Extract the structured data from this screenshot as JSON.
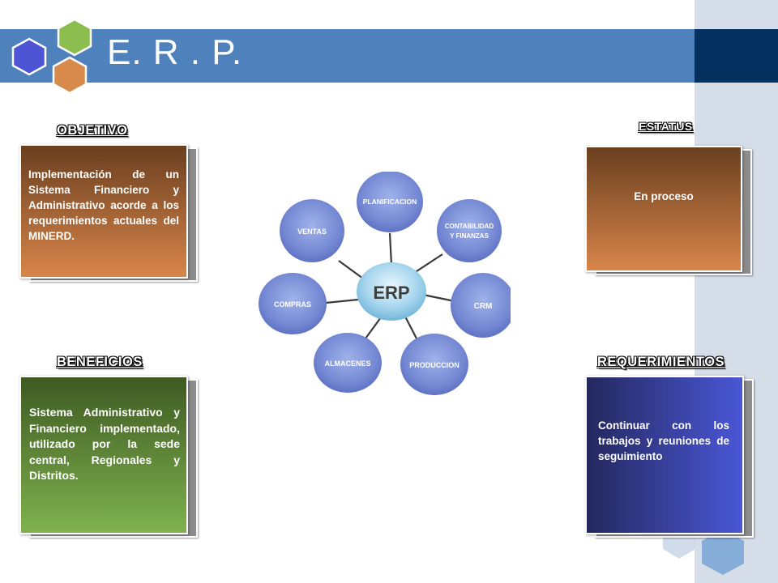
{
  "slide": {
    "title": "E. R . P."
  },
  "objetivo": {
    "heading": "OBJETIVO",
    "text": "Implementación de un Sistema Financiero y Administrativo acorde a los requerimientos actuales del MINERD."
  },
  "estatus": {
    "heading": "ESTATUS",
    "text": "En proceso"
  },
  "beneficios": {
    "heading": "BENEFICIOS",
    "text": "Sistema Administrativo y Financiero implementado, utilizado por la sede central, Regionales y Distritos."
  },
  "requerimientos": {
    "heading": "REQUERIMIENTOS",
    "text": "Continuar con los trabajos y reuniones de seguimiento"
  },
  "diagram": {
    "center": "ERP",
    "nodes": {
      "planificacion": "PLANIFICACION",
      "contabilidad_line1": "CONTABILIDAD",
      "contabilidad_line2": "Y FINANZAS",
      "crm": "CRM",
      "produccion": "PRODUCCION",
      "almacenes": "ALMACENES",
      "compras": "COMPRAS",
      "ventas": "VENTAS"
    }
  },
  "colors": {
    "title_bar": "#4f81bd",
    "title_bar_dark": "#04305f",
    "side_panel": "#d5dde8",
    "orange_top": "#6a3f1f",
    "orange_bottom": "#d8854a",
    "green_top": "#3e5a22",
    "green_bottom": "#7fb24e",
    "blue_left": "#24285e",
    "blue_right": "#4a57d6",
    "node_fill": "#7f95d8",
    "center_fill": "#9ccde8"
  }
}
